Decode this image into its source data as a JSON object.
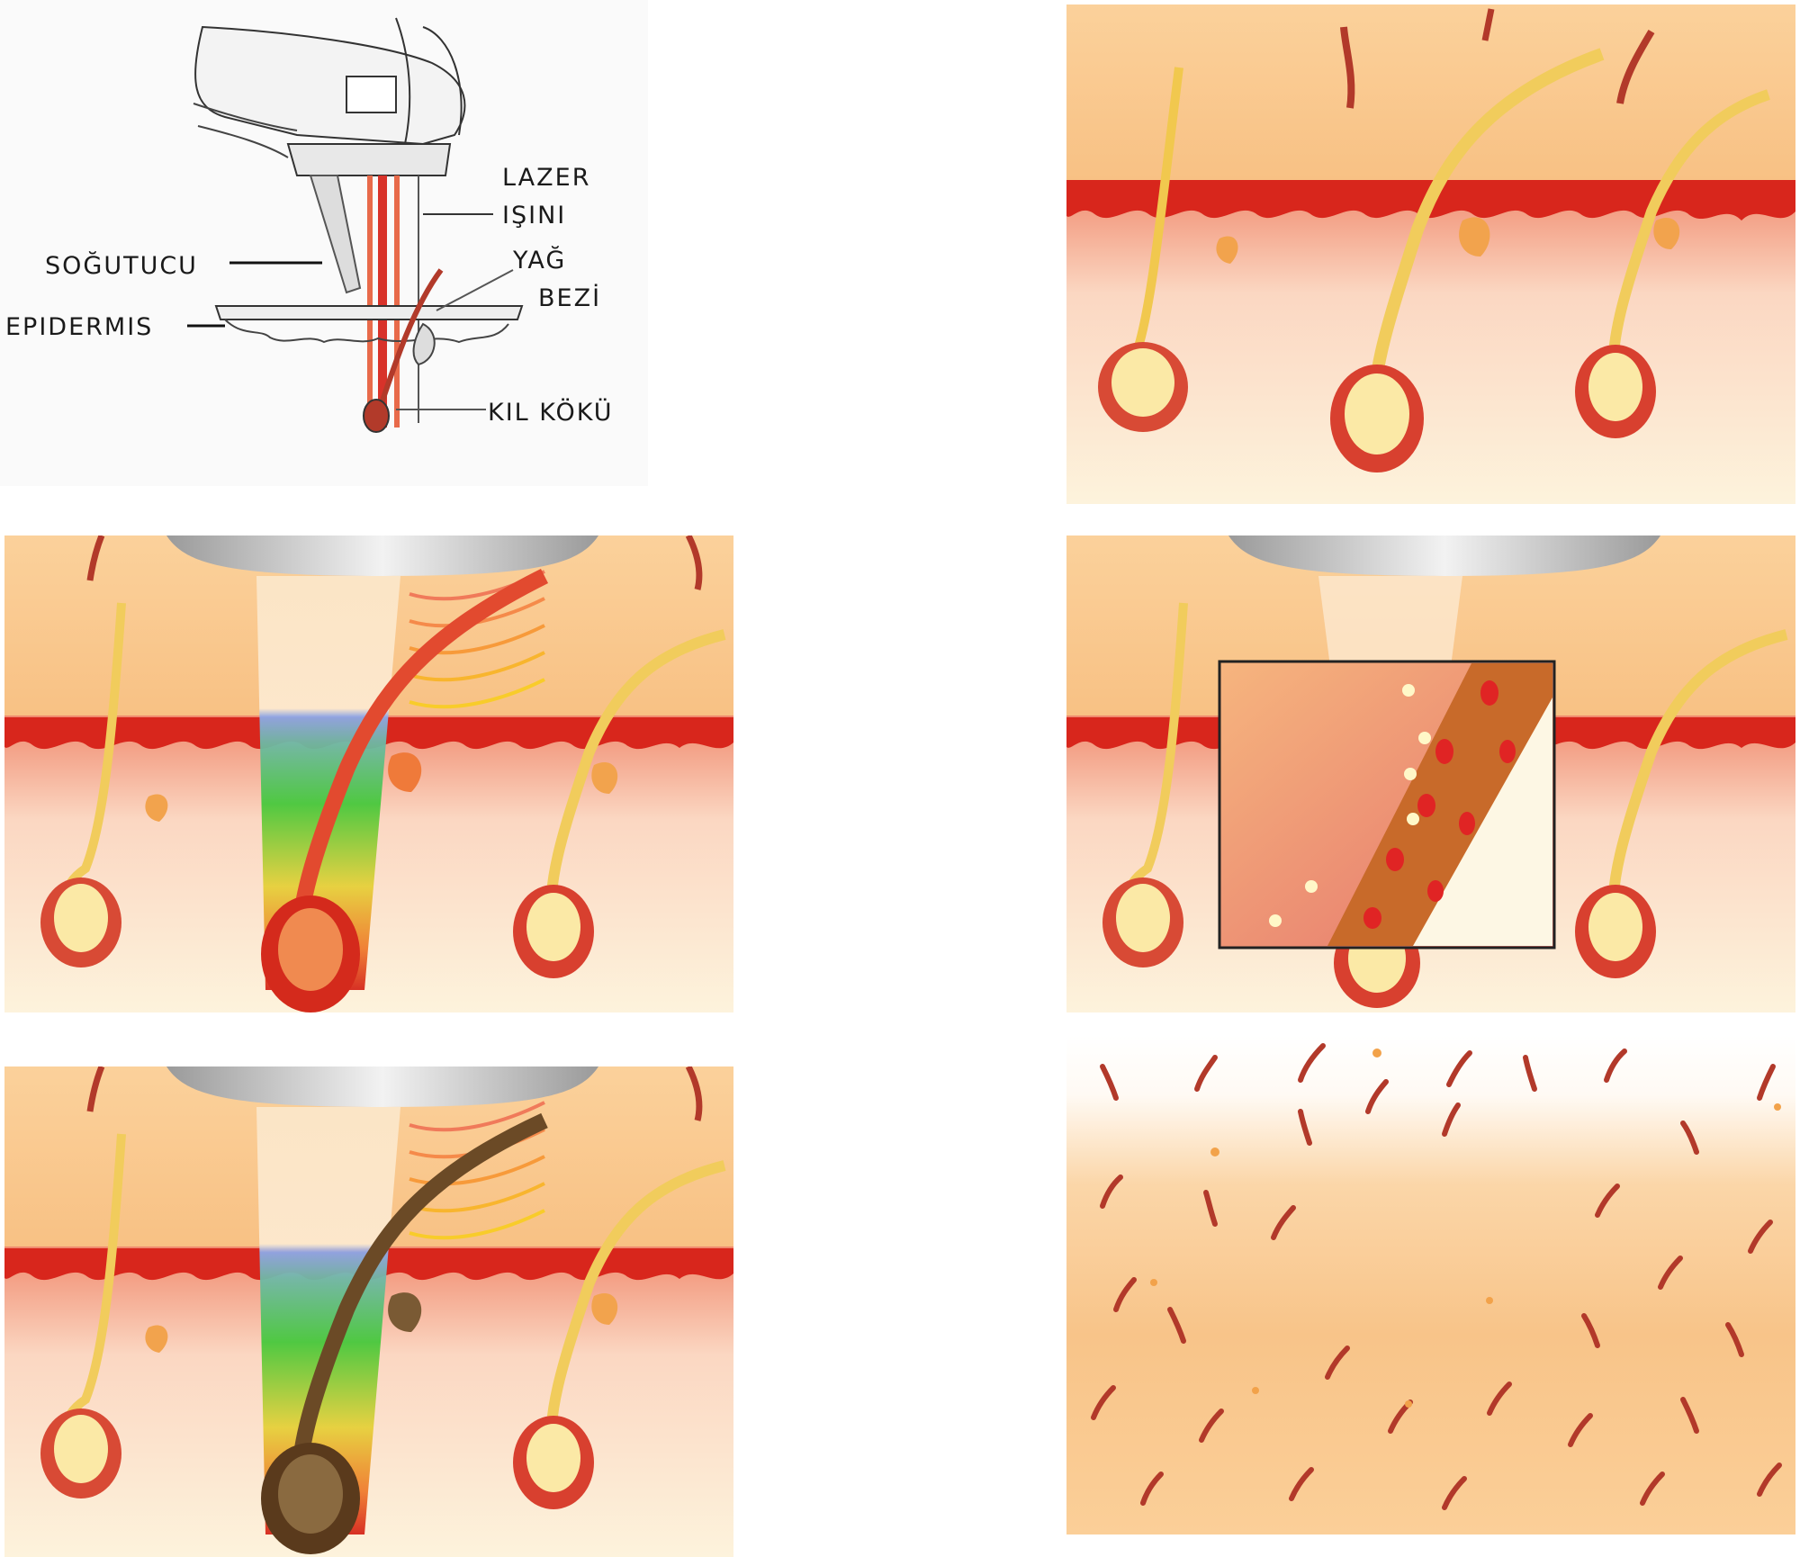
{
  "diagram": {
    "labels": {
      "laser_line1": "LAZER",
      "laser_line2": "IŞINI",
      "cooler": "SOĞUTUCU",
      "oil_line1": "YAĞ",
      "oil_line2": "BEZİ",
      "epidermis": "EPIDERMIS",
      "root": "KIL KÖKÜ"
    }
  },
  "panels": [
    {
      "id": "device-sketch",
      "kind": "line-drawing"
    },
    {
      "id": "normal-skin",
      "kind": "illustration"
    },
    {
      "id": "laser-hits-hair",
      "kind": "illustration"
    },
    {
      "id": "zoom-absorption",
      "kind": "illustration"
    },
    {
      "id": "hair-destroyed",
      "kind": "illustration"
    },
    {
      "id": "skin-regrowth",
      "kind": "illustration"
    }
  ],
  "colors": {
    "skin_top": "#fbcd95",
    "skin_dermis_red": "#d8261c",
    "hair_yellow": "#f5d75e",
    "follicle_red": "#d23a2a",
    "burnt_hair": "#6b4a26",
    "device_grey": "#bdbdbd"
  }
}
